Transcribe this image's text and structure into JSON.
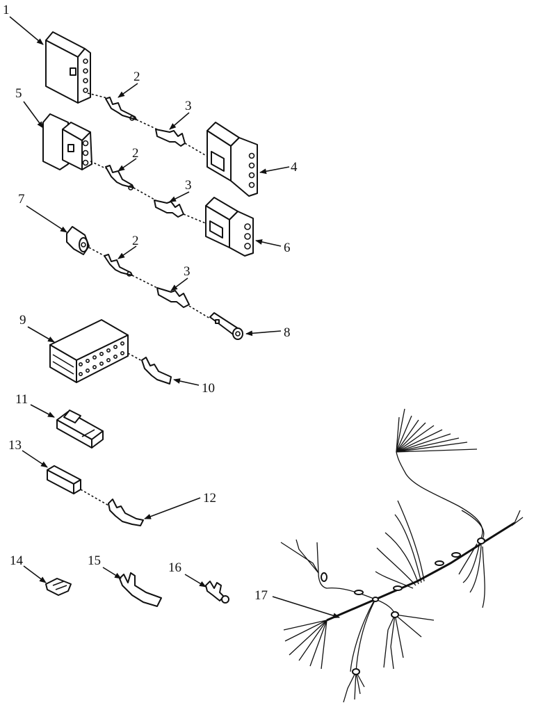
{
  "callouts": {
    "c1": "1",
    "c2a": "2",
    "c2b": "2",
    "c2c": "2",
    "c3a": "3",
    "c3b": "3",
    "c3c": "3",
    "c4": "4",
    "c5": "5",
    "c6": "6",
    "c7": "7",
    "c8": "8",
    "c9": "9",
    "c10": "10",
    "c11": "11",
    "c12": "12",
    "c13": "13",
    "c14": "14",
    "c15": "15",
    "c16": "16",
    "c17": "17"
  }
}
